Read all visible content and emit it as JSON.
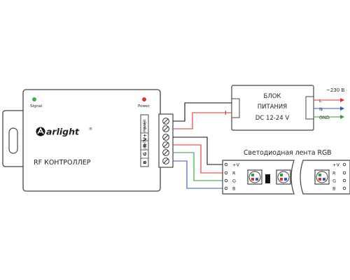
{
  "controller": {
    "signal_label": "Signal",
    "power_label": "Power",
    "brand": "arlight",
    "brand_mark": "®",
    "name": "RF КОНТРОЛЛЕР",
    "terminals": {
      "power_group": "POWER",
      "light_group": "LIGHT",
      "labels": [
        "−",
        "+",
        "V+",
        "R",
        "G",
        "B"
      ]
    }
  },
  "psu": {
    "line1": "БЛОК",
    "line2": "ПИТАНИЯ",
    "line3": "DC 12-24 V",
    "minus": "−",
    "plus": "+",
    "inputs": [
      "L",
      "N",
      "GND"
    ],
    "mains": "~230 В"
  },
  "strip": {
    "title": "Светодиодная лента RGB",
    "pins_left": [
      "+V",
      "R",
      "G",
      "B"
    ],
    "pins_right": [
      "+V",
      "R",
      "G",
      "B"
    ]
  },
  "colors": {
    "signal_led": "#3fae49",
    "power_led": "#e03131",
    "wire_red": "#e03131",
    "wire_green": "#2e9d3a",
    "wire_blue": "#2f56d6",
    "wire_black": "#111111",
    "outline": "#444444"
  }
}
